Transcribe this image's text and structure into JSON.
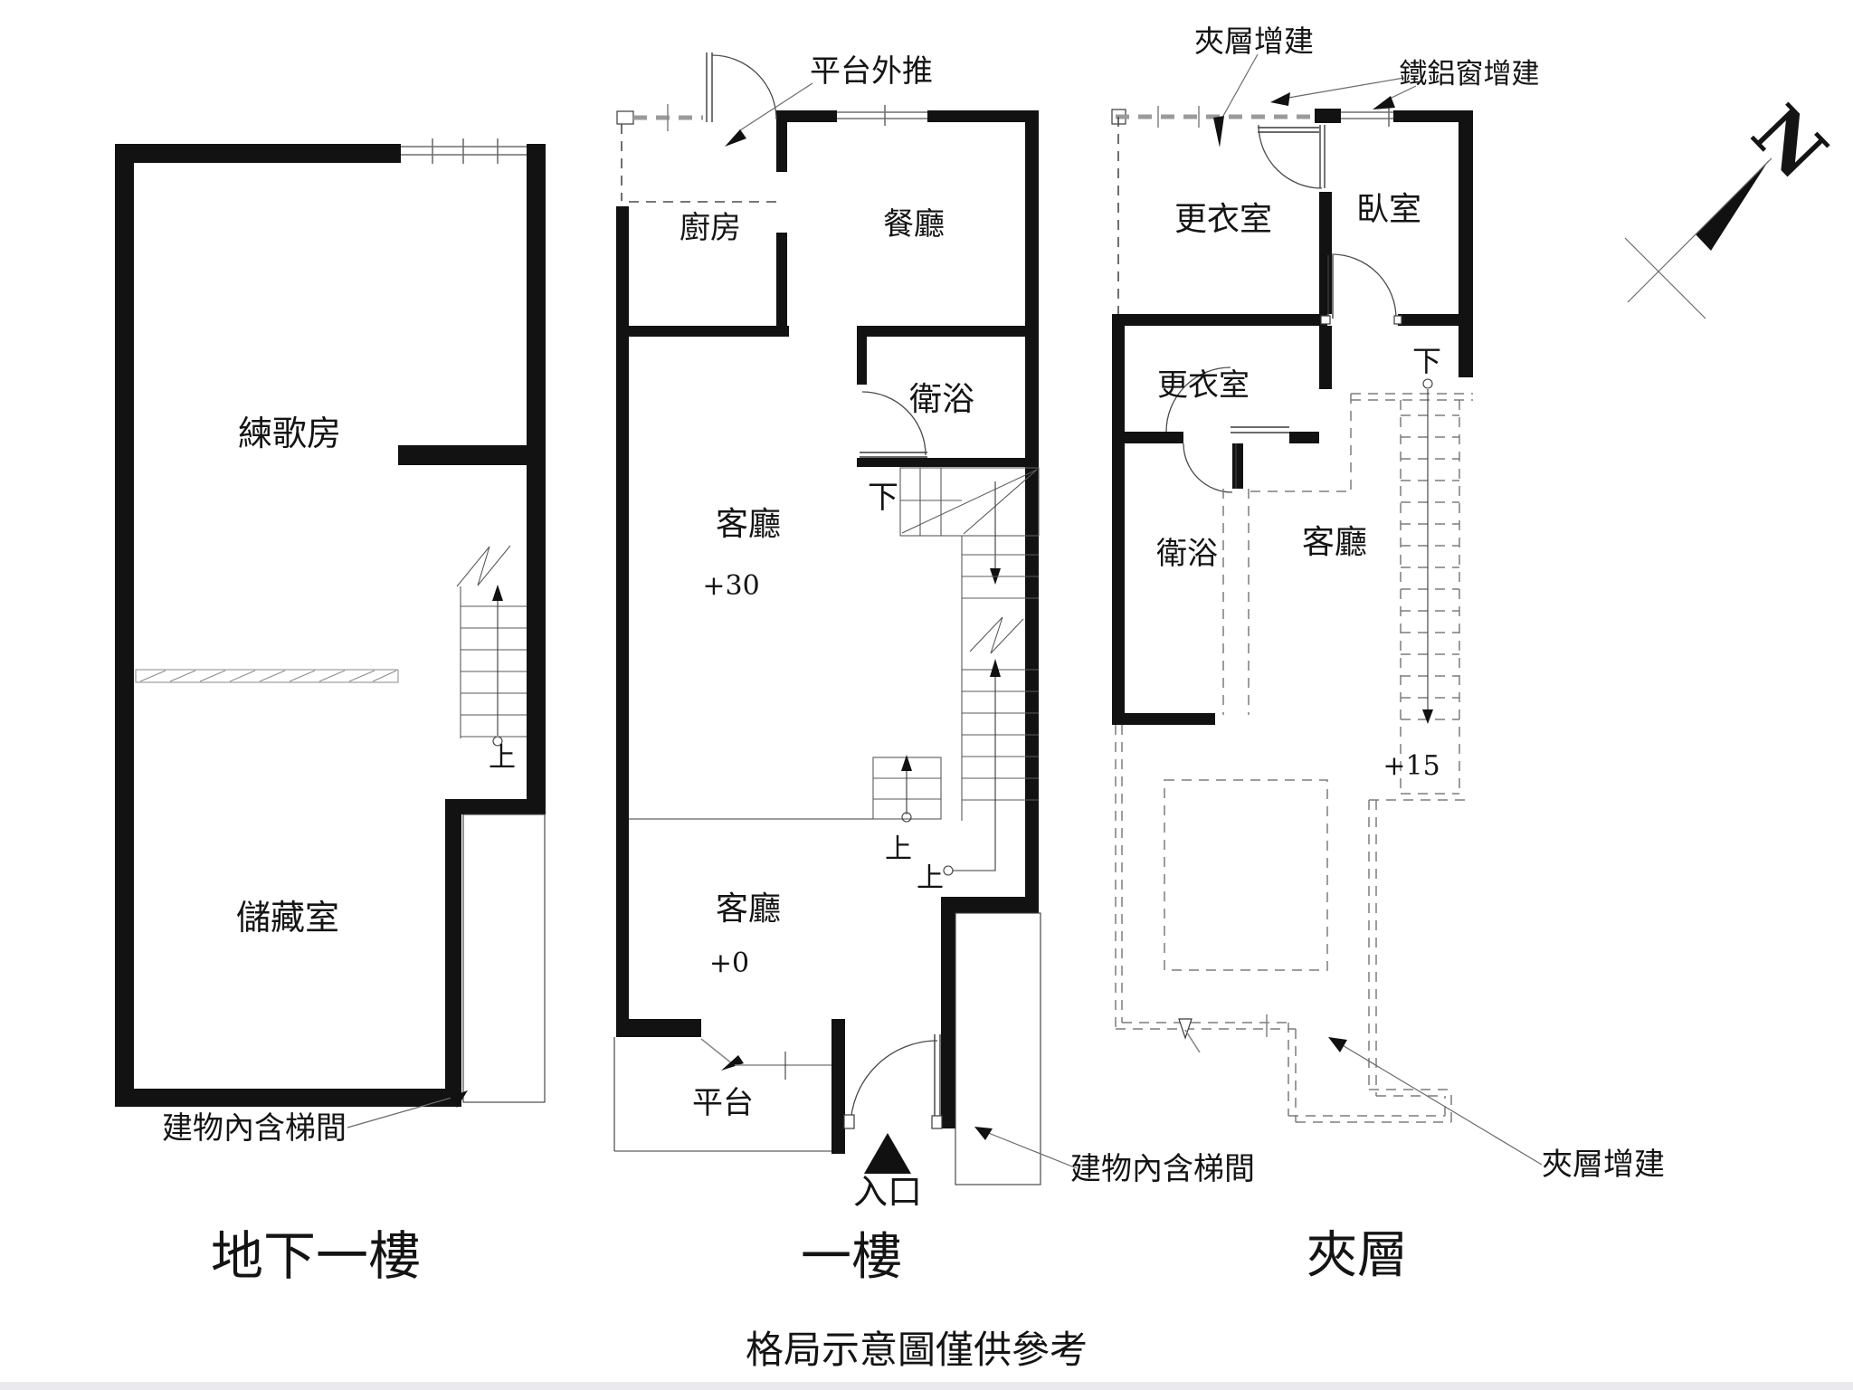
{
  "footer": {
    "note": "格局示意圖僅供參考"
  },
  "compass": {
    "north_label": "N"
  },
  "basement": {
    "title": "地下一樓",
    "room_karaoke": "練歌房",
    "room_storage": "儲藏室",
    "stair_up": "上",
    "note_stairwell": "建物內含梯間"
  },
  "first_floor": {
    "title": "一樓",
    "room_kitchen": "廚房",
    "room_dining": "餐廳",
    "room_bath": "衛浴",
    "room_living_upper": "客廳",
    "level_upper": "+30",
    "room_living_lower": "客廳",
    "level_lower": "+0",
    "room_platform": "平台",
    "stair_down": "下",
    "stair_up_1": "上",
    "stair_up_2": "上",
    "entrance": "入口",
    "note_platform": "平台外推",
    "note_stairwell": "建物內含梯間"
  },
  "mezzanine": {
    "title": "夾層",
    "room_dressing_upper": "更衣室",
    "room_bedroom": "臥室",
    "room_dressing_lower": "更衣室",
    "room_bath": "衛浴",
    "room_living": "客廳",
    "level": "+15",
    "stair_down": "下",
    "note_mezzanine_top": "夾層增建",
    "note_windows": "鐵鋁窗增建",
    "note_mezzanine_bottom": "夾層增建"
  },
  "colors": {
    "background": "#ffffff",
    "wall": "#121212",
    "thin_line": "#3a3a3a",
    "dashed_line": "#7d7d7d",
    "window_line": "#9a9a9a"
  }
}
